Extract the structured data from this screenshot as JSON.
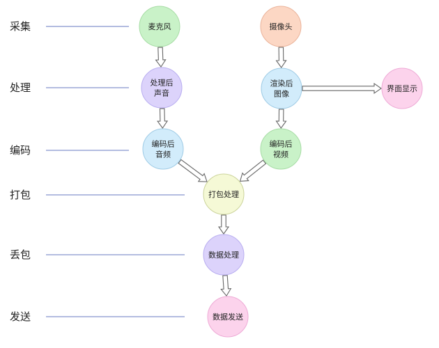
{
  "stages": [
    "采集",
    "处理",
    "编码",
    "打包",
    "丢包",
    "发送"
  ],
  "nodes": {
    "mic": {
      "lines": [
        "麦克风"
      ],
      "fill": "#c9f2c8",
      "stroke": "#a7dca5"
    },
    "camera": {
      "lines": [
        "摄像头"
      ],
      "fill": "#fcd7c4",
      "stroke": "#eab39a"
    },
    "audio_processed": {
      "lines": [
        "处理后",
        "声音"
      ],
      "fill": "#dcd3fb",
      "stroke": "#b9aef0"
    },
    "video_rendered": {
      "lines": [
        "渲染后",
        "图像"
      ],
      "fill": "#d2ecfb",
      "stroke": "#9fcbe5"
    },
    "display": {
      "lines": [
        "界面显示"
      ],
      "fill": "#fcd3ec",
      "stroke": "#eeaad6"
    },
    "audio_encoded": {
      "lines": [
        "编码后",
        "音频"
      ],
      "fill": "#d2ecfb",
      "stroke": "#9fcbe5"
    },
    "video_encoded": {
      "lines": [
        "编码后",
        "视频"
      ],
      "fill": "#c9f2c8",
      "stroke": "#a7dca5"
    },
    "packing": {
      "lines": [
        "打包处理"
      ],
      "fill": "#f5f9d6",
      "stroke": "#cbd39a"
    },
    "data_process": {
      "lines": [
        "数据处理"
      ],
      "fill": "#dcd3fb",
      "stroke": "#b9aef0"
    },
    "data_send": {
      "lines": [
        "数据发送"
      ],
      "fill": "#fcd3ec",
      "stroke": "#eeaad6"
    }
  },
  "colors": {
    "stage_line": "#9aa6d6",
    "arrow_fill": "#ffffff",
    "arrow_stroke": "#666666",
    "text": "#222222"
  }
}
